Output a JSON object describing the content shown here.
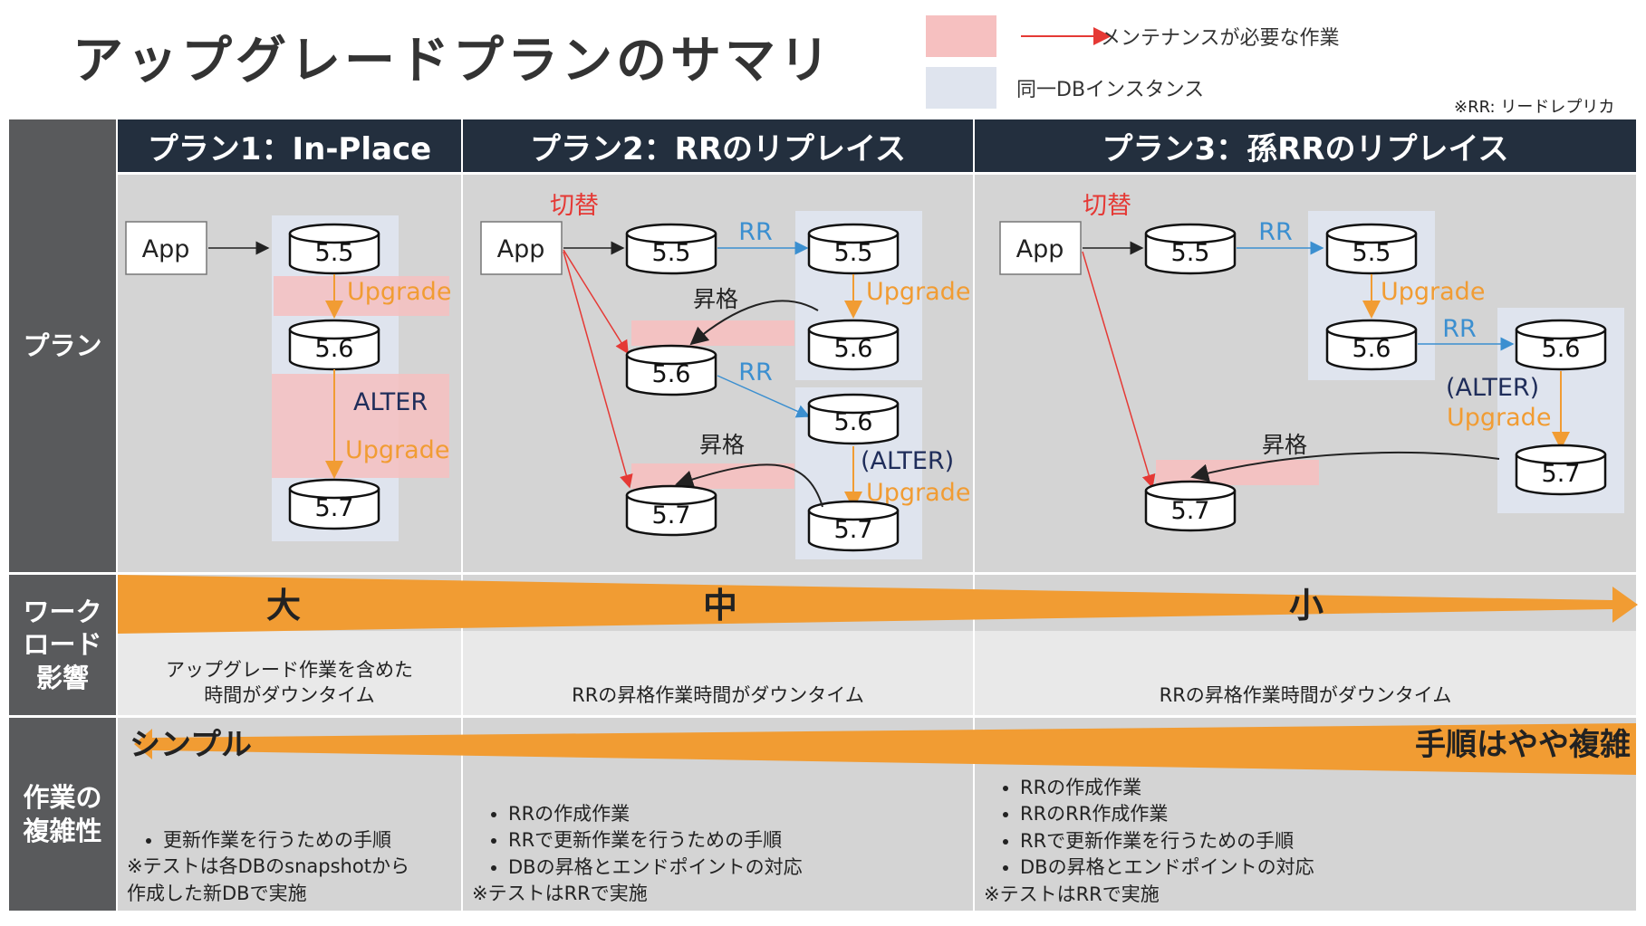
{
  "title": "アップグレードプランのサマリ",
  "legend": {
    "maintenance_label": "メンテナンスが必要な作業",
    "same_db_label": "同一DBインスタンス",
    "maintenance_color": "#f6c0c0",
    "same_db_color": "#dfe4ee",
    "arrow_color": "#e53935"
  },
  "footnote": "※RR: リードレプリカ",
  "row_labels": {
    "plan": "プラン",
    "impact": "ワーク\nロード\n影響",
    "complexity": "作業の\n複雑性"
  },
  "columns": [
    {
      "header": "プラン1：In-Place"
    },
    {
      "header": "プラン2：RRのリプレイス"
    },
    {
      "header": "プラン3：孫RRのリプレイス"
    }
  ],
  "diagram": {
    "app": "App",
    "switch": "切替",
    "rr": "RR",
    "upgrade": "Upgrade",
    "alter": "ALTER",
    "alter_paren": "(ALTER)",
    "promote": "昇格",
    "v55": "5.5",
    "v56": "5.6",
    "v57": "5.7"
  },
  "impact": {
    "levels": [
      "大",
      "中",
      "小"
    ],
    "texts": [
      "アップグレード作業を含めた\n時間がダウンタイム",
      "RRの昇格作業時間がダウンタイム",
      "RRの昇格作業時間がダウンタイム"
    ],
    "arrow_color": "#f19c33"
  },
  "complexity": {
    "simple": "シンプル",
    "complex": "手順はやや複雑",
    "plan1": {
      "bullets": [
        "更新作業を行うための手順"
      ],
      "notes": [
        "※テストは各DBのsnapshotから",
        "作成した新DBで実施"
      ]
    },
    "plan2": {
      "bullets": [
        "RRの作成作業",
        "RRで更新作業を行うための手順",
        "DBの昇格とエンドポイントの対応"
      ],
      "notes": [
        "※テストはRRで実施"
      ]
    },
    "plan3": {
      "bullets": [
        "RRの作成作業",
        "RRのRR作成作業",
        "RRで更新作業を行うための手順",
        "DBの昇格とエンドポイントの対応"
      ],
      "notes": [
        "※テストはRRで実施"
      ]
    }
  }
}
